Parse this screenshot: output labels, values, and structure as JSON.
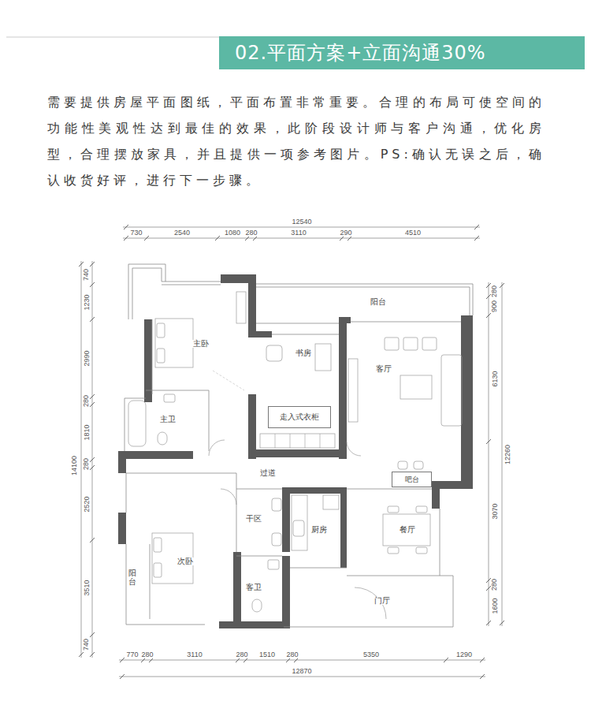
{
  "diagram": {
    "title": "02.平面方案+立面沟通30%",
    "nodes": [
      {
        "text": [
          "走入式衣柜"
        ]
      },
      {
        "text": [
          "吧台"
        ]
      }
    ],
    "labels": [
      "需要提供房屋平面图纸，平面布置非常重要。合理的布局可使空间的功能性美观性达到最佳的效果，此阶段设计师与客户沟通，优化房型，合理摆放家具，并且提供一项参考图片。PS:确认无误之后，确认收货好评，进行下一步骤。",
      "阳台",
      "主卧",
      "书房",
      "客厅",
      "主卫",
      "过道",
      "干区",
      "厨房",
      "餐厅",
      "次卧",
      "阳台",
      "客卫",
      "门厅",
      "12540",
      "730",
      "2540",
      "1080",
      "280",
      "3110",
      "290",
      "4510",
      "740",
      "1230",
      "2990",
      "280",
      "1810",
      "280",
      "2520",
      "3510",
      "740",
      "14100",
      "280",
      "900",
      "6130",
      "12260",
      "3070",
      "280",
      "1600",
      "770",
      "280",
      "3110",
      "280",
      "1510",
      "280",
      "5350",
      "1290",
      "12870"
    ]
  }
}
